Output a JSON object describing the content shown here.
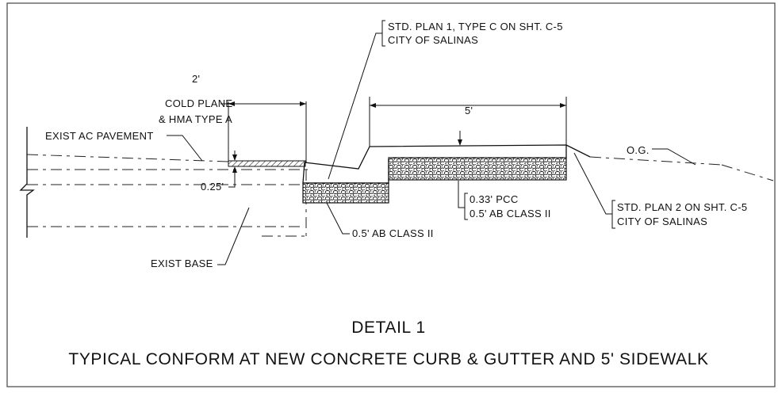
{
  "labels": {
    "dim_2ft": "2'",
    "cold_plane": "COLD PLANE",
    "hma_type_a": "& HMA TYPE A",
    "exist_ac_pavement": "EXIST AC PAVEMENT",
    "thickness_025": "0.25'",
    "exist_base": "EXIST BASE",
    "ab_class_ii_curb": "0.5' AB CLASS II",
    "std_plan_1_line1": "STD. PLAN 1, TYPE C ON SHT. C-5",
    "std_plan_1_line2": "CITY OF SALINAS",
    "dim_5ft": "5'",
    "pcc": "0.33' PCC",
    "ab_class_ii_walk": "0.5' AB CLASS II",
    "og": "O.G.",
    "std_plan_2_line1": "STD. PLAN 2 ON SHT. C-5",
    "std_plan_2_line2": "CITY OF SALINAS"
  },
  "detail_title": "DETAIL 1",
  "detail_subtitle": "TYPICAL CONFORM AT NEW CONCRETE CURB & GUTTER AND 5' SIDEWALK"
}
